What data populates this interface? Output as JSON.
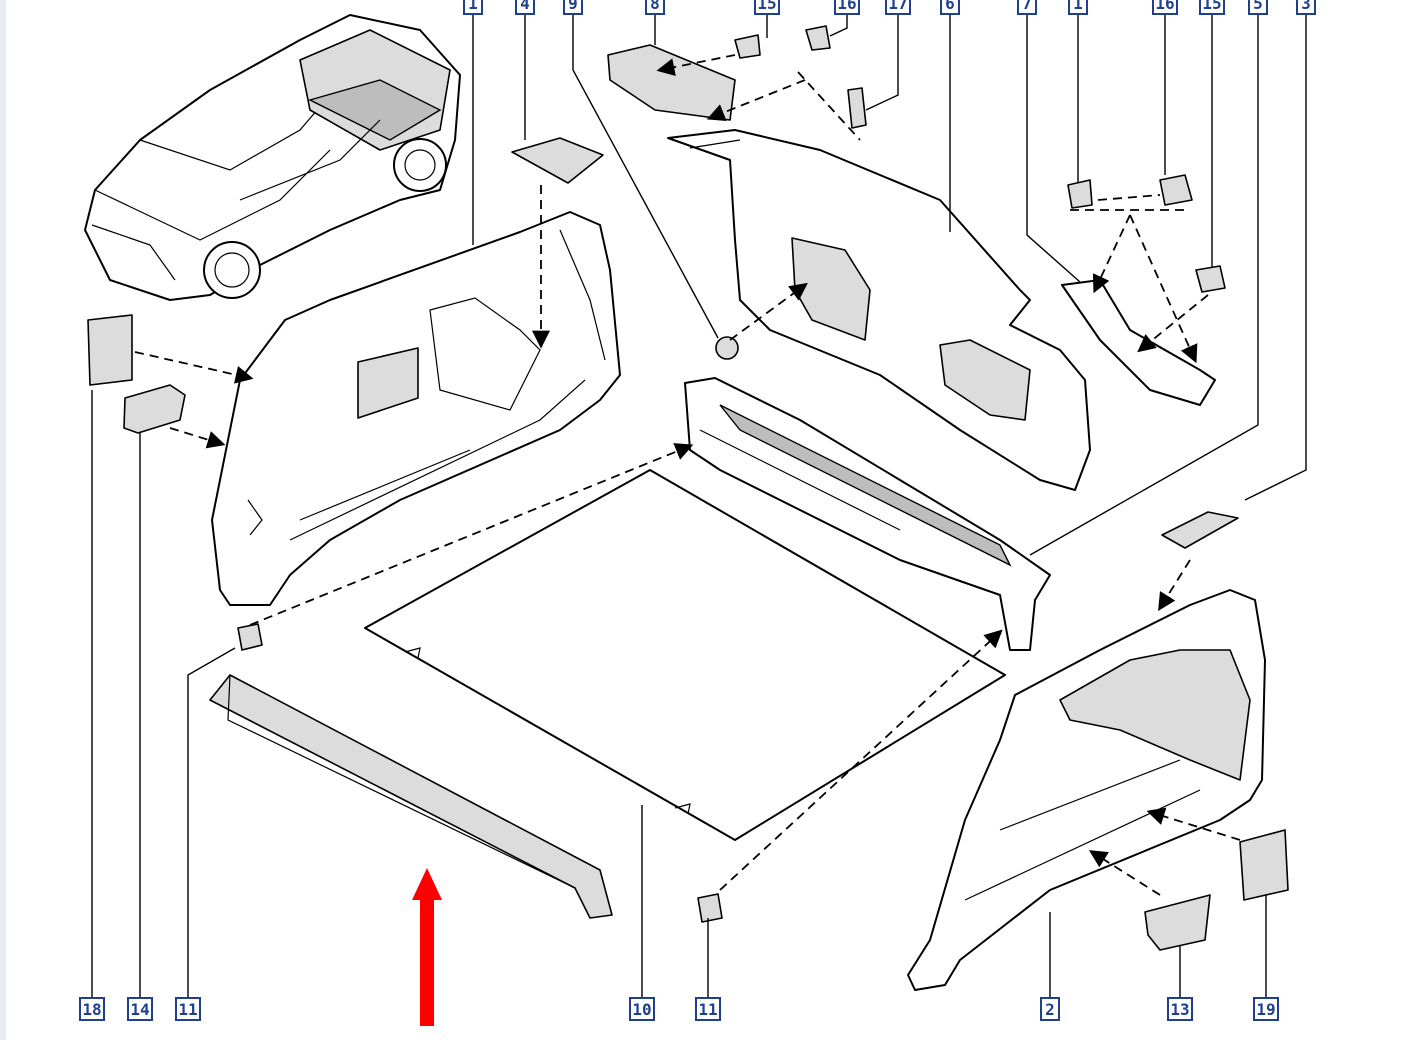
{
  "diagram": {
    "callouts_top": [
      "1",
      "4",
      "9",
      "8",
      "15",
      "16",
      "17",
      "6",
      "7",
      "1",
      "16",
      "15",
      "5",
      "3"
    ],
    "callouts_bottom": [
      "18",
      "14",
      "11",
      "10",
      "11",
      "2",
      "13",
      "19"
    ],
    "highlight_arrow_color": "#ff0000",
    "callout_color": "#1f3f8f",
    "highlighted_part": "11"
  }
}
